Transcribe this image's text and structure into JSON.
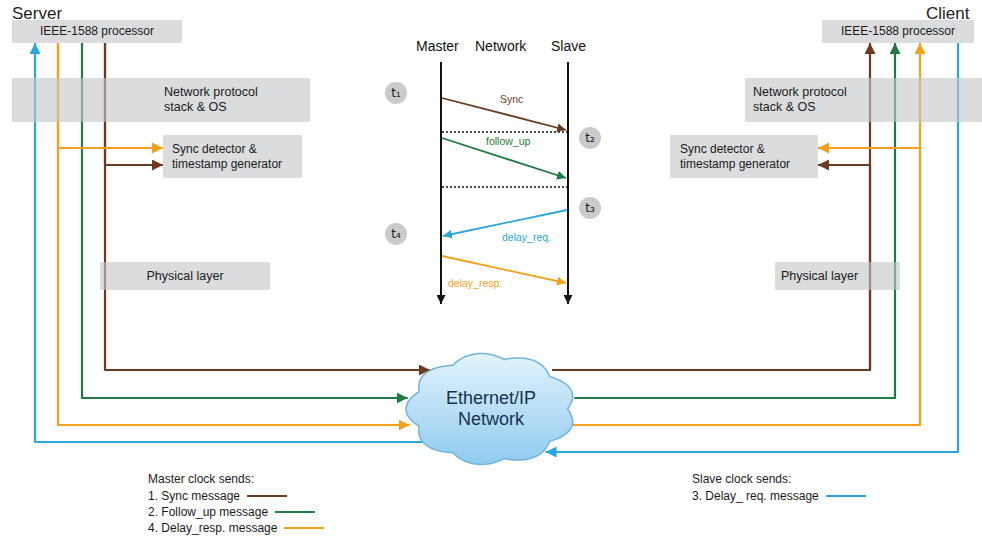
{
  "diagram": {
    "nodes": [
      {
        "text": [
          "IEEE-1588 processor"
        ]
      },
      {
        "text": [
          "Network protocol stack & OS"
        ]
      },
      {
        "text": [
          "Sync detector & timestamp generator"
        ]
      },
      {
        "text": [
          "Physical layer"
        ]
      },
      {
        "text": [
          "t₁"
        ]
      },
      {
        "text": [
          "t₂"
        ]
      },
      {
        "text": [
          "t₃"
        ]
      },
      {
        "text": [
          "t₄"
        ]
      },
      {
        "text": [
          "IEEE-1588 processor"
        ]
      },
      {
        "text": [
          "Network protocol stack & OS"
        ]
      },
      {
        "text": [
          "Sync detector & timestamp generator"
        ]
      },
      {
        "text": [
          "Physical layer"
        ]
      },
      {
        "text": [
          "Ethernet/IP Network"
        ]
      }
    ],
    "edges": [
      {
        "from": 0,
        "to": 12,
        "arrow": "to"
      },
      {
        "from": 0,
        "to": 2,
        "arrow": "to"
      },
      {
        "from": 0,
        "to": 12,
        "arrow": "to"
      },
      {
        "from": 0,
        "to": 12,
        "arrow": "to"
      },
      {
        "from": 0,
        "to": 2,
        "arrow": "to"
      },
      {
        "from": 12,
        "to": 0,
        "arrow": "to"
      },
      {
        "from": 12,
        "to": 8,
        "arrow": "to"
      },
      {
        "from": 12,
        "to": 10,
        "arrow": "to"
      },
      {
        "from": 12,
        "to": 8,
        "arrow": "to"
      },
      {
        "from": 12,
        "to": 8,
        "arrow": "to"
      },
      {
        "from": 12,
        "to": 10,
        "arrow": "to"
      },
      {
        "from": 8,
        "to": 12,
        "arrow": "to"
      }
    ],
    "labels": [
      "Server",
      "Client",
      "Master",
      "Network",
      "Slave",
      "Sync",
      "follow_up",
      "delay_req.",
      "delay_resp.",
      "Master clock sends:",
      "Slave clock sends:"
    ],
    "legend": [
      {
        "text": "1. Sync message"
      },
      {
        "text": "2. Follow_up message"
      },
      {
        "text": "4. Delay_resp. message"
      },
      {
        "text": "3. Delay_ req. message"
      }
    ]
  }
}
